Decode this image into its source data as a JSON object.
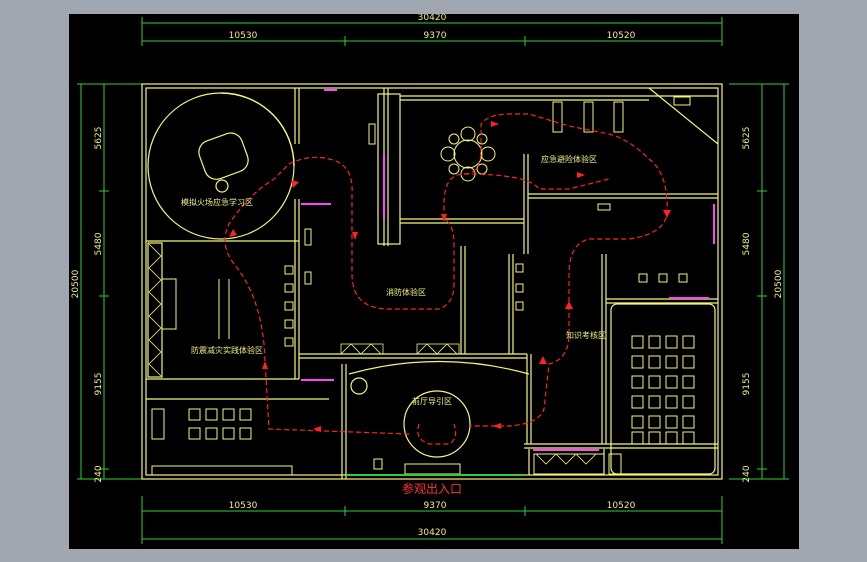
{
  "dimensions": {
    "total": "30420",
    "top_segments": [
      "10530",
      "9370",
      "10520"
    ],
    "bottom_segments": [
      "10530",
      "9370",
      "10520"
    ],
    "left_segments": [
      "5625",
      "5480",
      "9155",
      "240"
    ],
    "right_segments": [
      "5625",
      "5480",
      "9155",
      "240"
    ],
    "height_total": "20500"
  },
  "rooms": {
    "r1": "模拟火场应急学习区",
    "r2": "消防体验区",
    "r3": "应急避险体验区",
    "r4": "防震减灾实践体验区",
    "r5": "知识考核区",
    "r6": "前厅导引区"
  },
  "entrance_label": "参观出入口",
  "colors": {
    "background": "#000000",
    "frame": "#a0a7b1",
    "wall": "#f5f57a",
    "dimension": "#33cc33",
    "route": "#ff2222",
    "accent": "#ff44ff",
    "text": "#f0f080"
  }
}
